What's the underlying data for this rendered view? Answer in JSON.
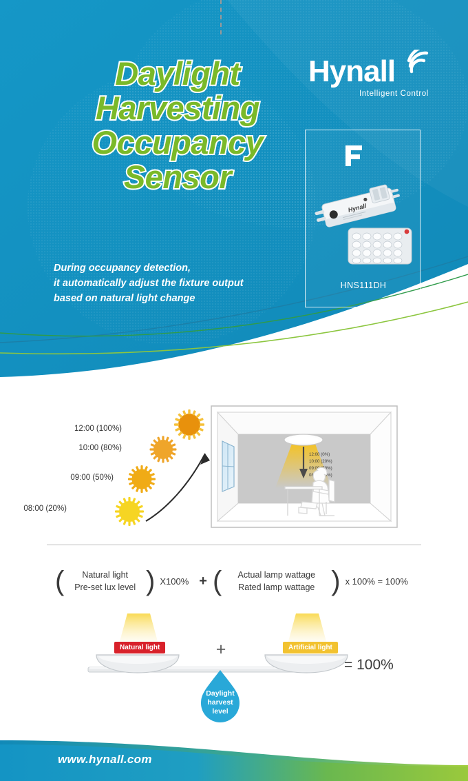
{
  "meta": {
    "colors": {
      "hero_blue": "#1494c4",
      "title_green": "#7ab929",
      "accent_green": "#8cc63f",
      "badge_red": "#d8212a",
      "badge_gold": "#f2c230",
      "drop_blue": "#29a8d8"
    }
  },
  "hero": {
    "title_lines": [
      "Daylight",
      "Harvesting",
      "Occupancy",
      "Sensor"
    ],
    "subtitle_lines": [
      "During occupancy detection,",
      "it automatically adjust the fixture output",
      "based on natural light change"
    ],
    "logo": {
      "wordmark": "Hynall",
      "tagline": "Intelligent  Control",
      "wifi_icon": "wifi-signal-icon"
    },
    "product_panel": {
      "certification": "FC",
      "certification_name": "fcc-logo",
      "device_brand": "Hynall",
      "model": "HNS111DH"
    }
  },
  "diagram": {
    "sun_sequence": [
      {
        "time": "12:00",
        "percent": "100%",
        "label": "12:00 (100%)",
        "color": "#e8910c",
        "size": 30
      },
      {
        "time": "10:00",
        "percent": "80%",
        "label": "10:00 (80%)",
        "color": "#efa52a",
        "size": 27
      },
      {
        "time": "09:00",
        "percent": "50%",
        "label": "09:00 (50%)",
        "color": "#f0ab16",
        "size": 27
      },
      {
        "time": "08:00",
        "percent": "20%",
        "label": "08:00 (20%)",
        "color": "#f6d523",
        "size": 28
      }
    ],
    "arrow_name": "sun-path-arrow",
    "room": {
      "lamp_output_lines": [
        "12:00 (0%)",
        "10:00 (20%)",
        "09:00 (50%)",
        "08:00 (80%)"
      ],
      "window_name": "room-window",
      "occupant_name": "seated-person",
      "lamp_name": "ceiling-lamp"
    }
  },
  "formula": {
    "left": {
      "numerator": "Natural light",
      "denominator": "Pre-set lux level",
      "multiplier": "X100%"
    },
    "operator": "+",
    "right": {
      "numerator": "Actual lamp wattage",
      "denominator": "Rated lamp wattage",
      "multiplier": "x 100% = 100%"
    }
  },
  "balance": {
    "natural_badge": "Natural light",
    "artificial_badge": "Artificial light",
    "center_plus": "+",
    "result": "= 100%",
    "fulcrum_lines": [
      "Daylight",
      "harvest",
      "level"
    ]
  },
  "footer": {
    "url": "www.hynall.com"
  }
}
